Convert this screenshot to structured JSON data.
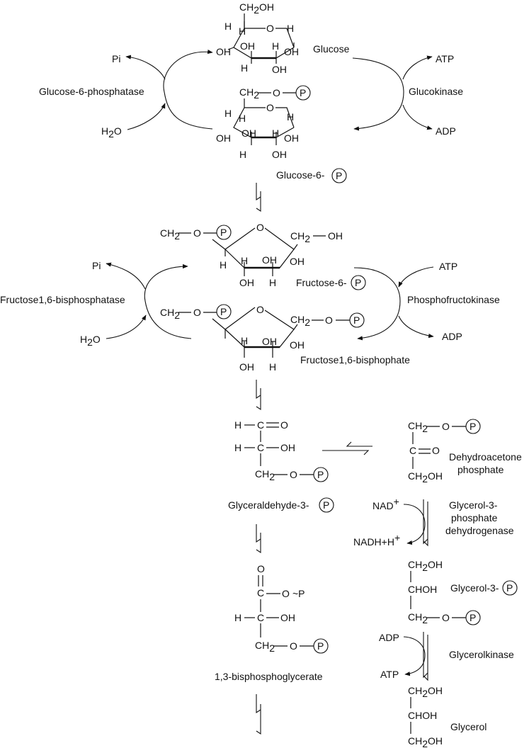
{
  "colors": {
    "ink": "#111111",
    "background": "#ffffff"
  },
  "glucose": {
    "name": "Glucose",
    "ch2oh": "CH",
    "ch2oh_sub": "2",
    "ch2oh_tail": "OH",
    "o": "O",
    "h": "H",
    "oh": "OH"
  },
  "g6p": {
    "name": "Glucose-6-",
    "ch2": "CH",
    "ch2_sub": "2",
    "o_link": "O",
    "p": "P"
  },
  "enzymes": {
    "glucose6phosphatase": "Glucose-6-phosphatase",
    "glucokinase": "Glucokinase",
    "phosphofructokinase": "Phosphofructokinase",
    "fructose16bisphosphatase": "Fructose1,6-bisphosphatase",
    "glycerol3phosphate_dh_line1": "Glycerol-3-",
    "glycerol3phosphate_dh_line2": "phosphate",
    "glycerol3phosphate_dh_line3": "dehydrogenase",
    "glycerolkinase": "Glycerolkinase"
  },
  "cofactors": {
    "pi": "Pi",
    "h2o": "H",
    "h2o_sub": "2",
    "h2o_tail": "O",
    "atp": "ATP",
    "adp": "ADP",
    "nad": "NAD",
    "nad_sup": "+",
    "nadh": "NADH+H",
    "nadh_sup": "+"
  },
  "fructose": {
    "f6p_name": "Fructose-6-",
    "f16bp_name": "Fructose1,6-bisphophate"
  },
  "triose": {
    "gap_name": "Glyceraldehyde-3-",
    "dhap_line1": "Dehydroacetone",
    "dhap_line2": "phosphate",
    "c": "C",
    "h": "H",
    "o": "O",
    "oh": "OH",
    "ch2oh": "CH",
    "ch2oh_sub": "2",
    "ch2oh_tail": "OH"
  },
  "bpg": {
    "name": "1,3-bisphosphoglycerate",
    "tilde_p": "~P"
  },
  "glycerol": {
    "g3p_name": "Glycerol-3-",
    "chohh": "CHOH",
    "name": "Glycerol"
  }
}
